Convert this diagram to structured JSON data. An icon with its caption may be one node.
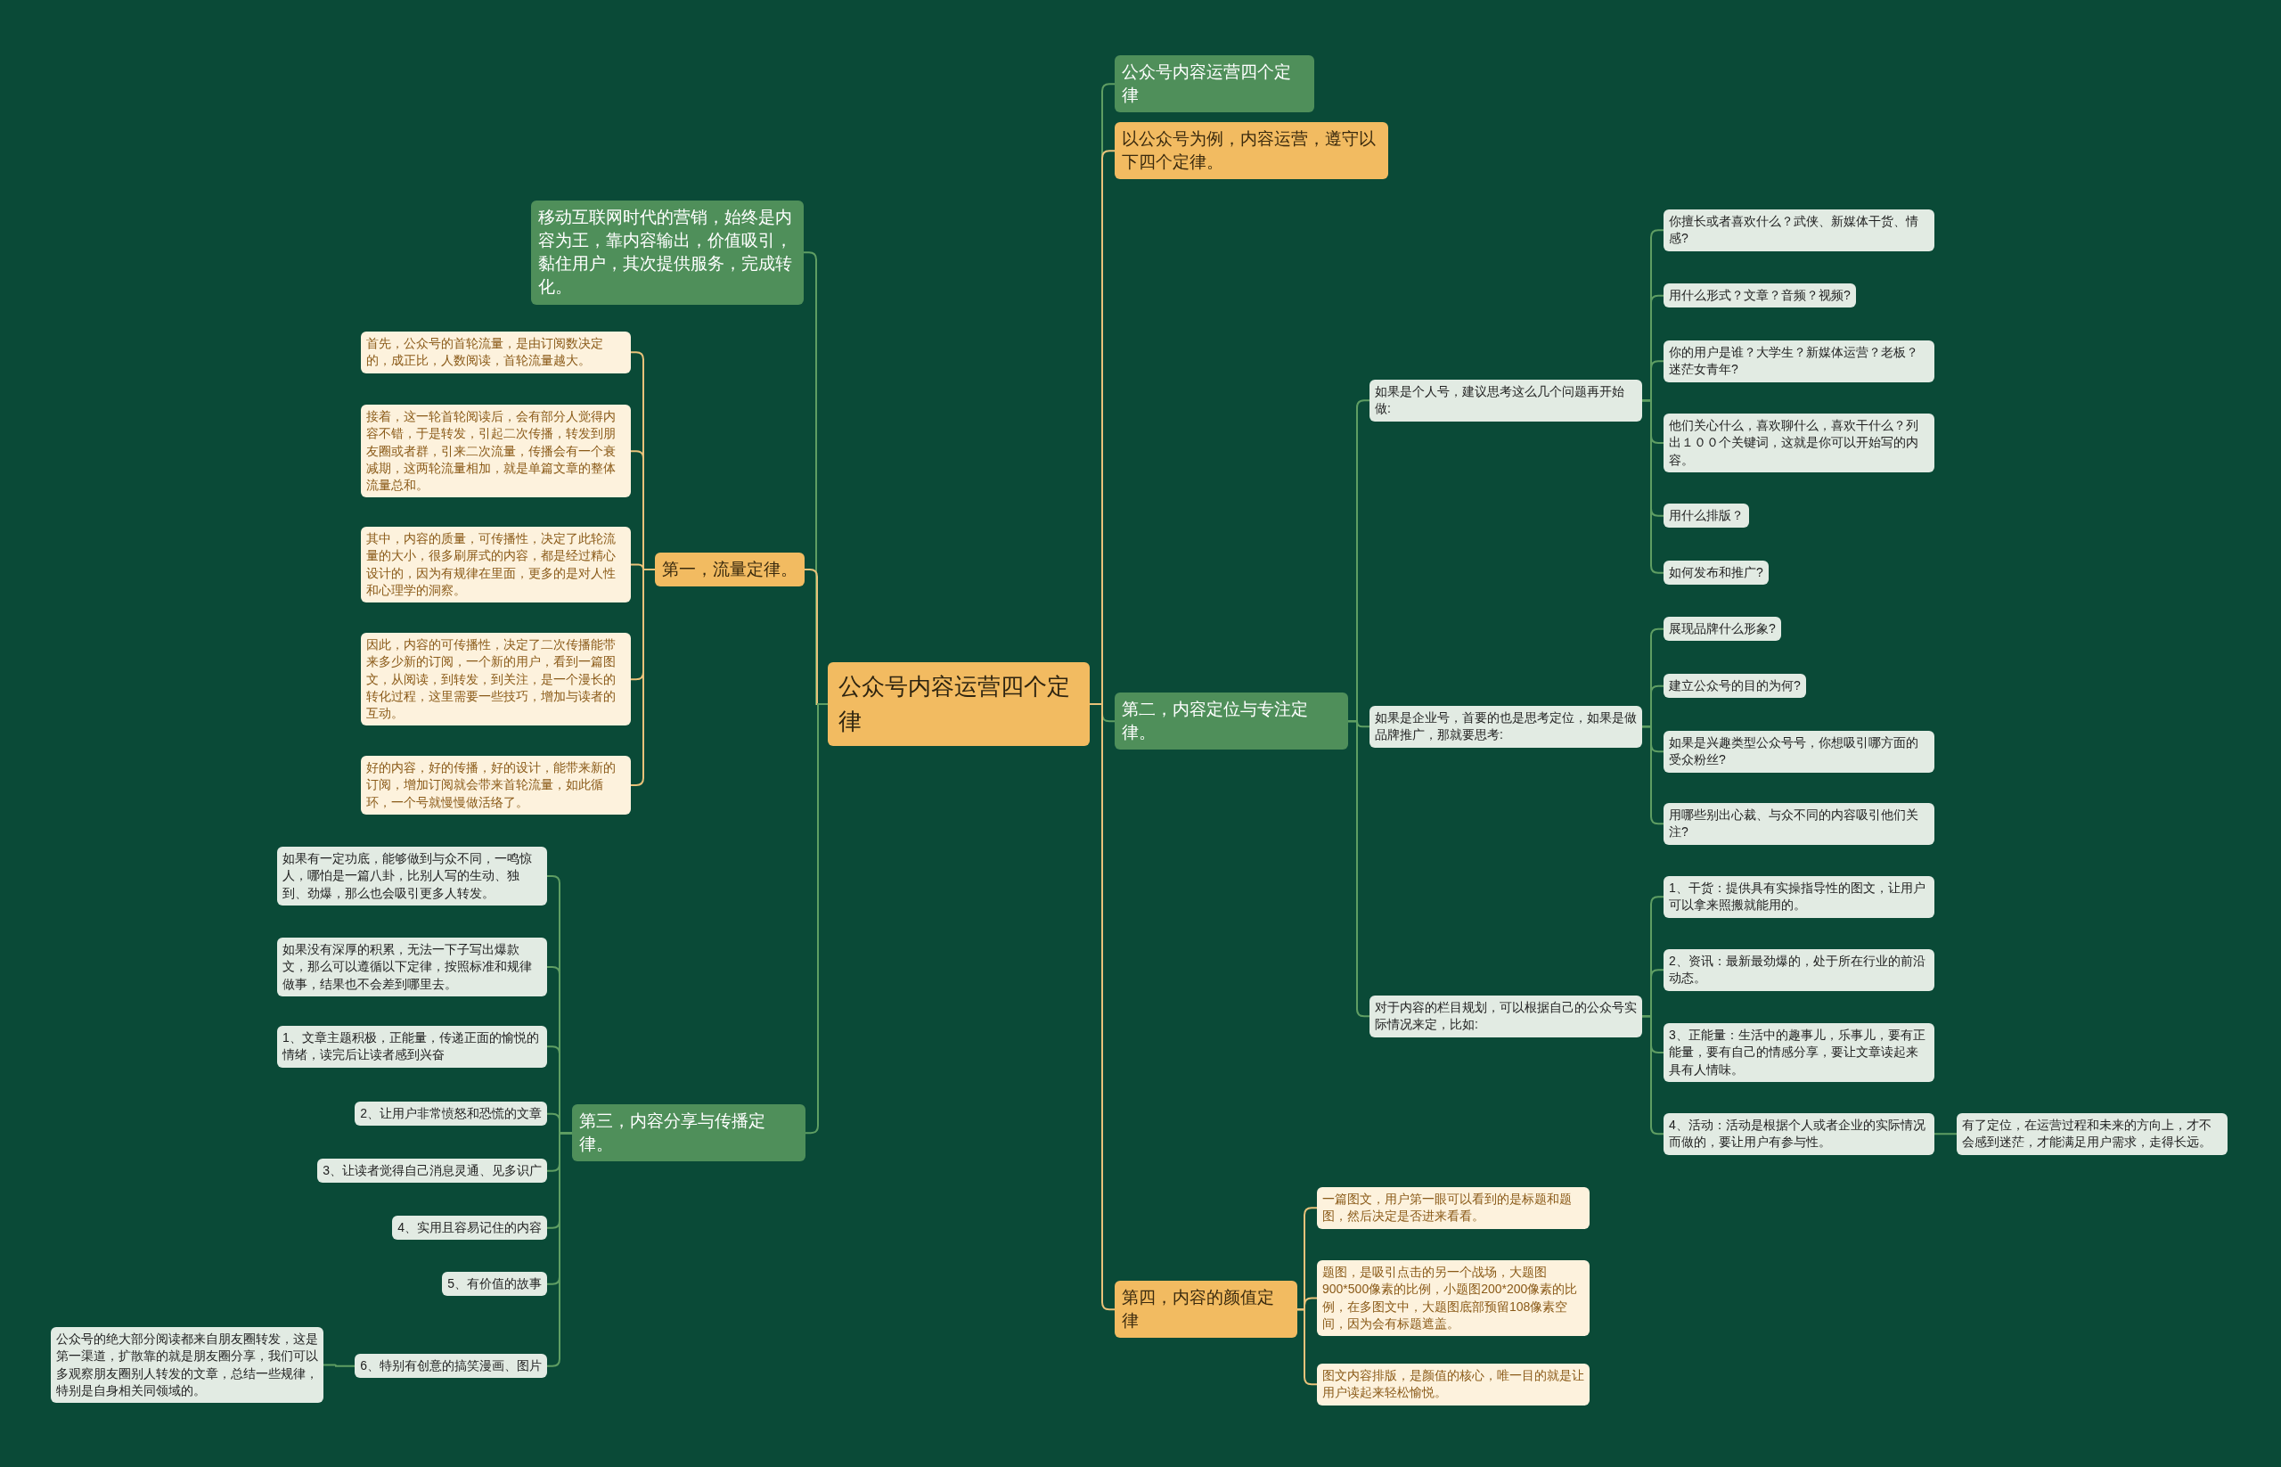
{
  "diagram": {
    "nodes": [
      {
        "text": [
          "公众号内容运营四个定律"
        ]
      },
      {
        "text": [
          "公众号内容运营四个定律"
        ]
      },
      {
        "text": [
          "以公众号为例，内容运营，遵守以下四个定律。"
        ]
      },
      {
        "text": [
          "第二，内容定位与专注定律。"
        ]
      },
      {
        "text": [
          "如果是个人号，建议思考这么几个问题再开始做:"
        ]
      },
      {
        "text": [
          "你擅长或者喜欢什么？武侠、新媒体干货、情感?"
        ]
      },
      {
        "text": [
          "用什么形式？文章？音频？视频?"
        ]
      },
      {
        "text": [
          "你的用户是谁？大学生？新媒体运营？老板？迷茫女青年?"
        ]
      },
      {
        "text": [
          "他们关心什么，喜欢聊什么，喜欢干什么？列出１００个关键词，这就是你可以开始写的内容。"
        ]
      },
      {
        "text": [
          "用什么排版？"
        ]
      },
      {
        "text": [
          "如何发布和推广?"
        ]
      },
      {
        "text": [
          "如果是企业号，首要的也是思考定位，如果是做品牌推广，那就要思考:"
        ]
      },
      {
        "text": [
          "展现品牌什么形象?"
        ]
      },
      {
        "text": [
          "建立公众号的目的为何?"
        ]
      },
      {
        "text": [
          "如果是兴趣类型公众号号，你想吸引哪方面的受众粉丝?"
        ]
      },
      {
        "text": [
          "用哪些别出心裁、与众不同的内容吸引他们关注?"
        ]
      },
      {
        "text": [
          "对于内容的栏目规划，可以根据自己的公众号实际情况来定，比如:"
        ]
      },
      {
        "text": [
          "1、干货：提供具有实操指导性的图文，让用户可以拿来照搬就能用的。"
        ]
      },
      {
        "text": [
          "2、资讯：最新最劲爆的，处于所在行业的前沿动态。"
        ]
      },
      {
        "text": [
          "3、正能量：生活中的趣事儿，乐事儿，要有正能量，要有自己的情感分享，要让文章读起来具有人情味。"
        ]
      },
      {
        "text": [
          "4、活动：活动是根据个人或者企业的实际情况而做的，要让用户有参与性。"
        ]
      },
      {
        "text": [
          "有了定位，在运营过程和未来的方向上，才不会感到迷茫，才能满足用户需求，走得长远。"
        ]
      },
      {
        "text": [
          "第四，内容的颜值定律"
        ]
      },
      {
        "text": [
          "一篇图文，用户第一眼可以看到的是标题和题图，然后决定是否进来看看。"
        ]
      },
      {
        "text": [
          "题图，是吸引点击的另一个战场，大题图900*500像素的比例，小题图200*200像素的比例，在多图文中，大题图底部预留108像素空间，因为会有标题遮盖。"
        ]
      },
      {
        "text": [
          "图文内容排版，是颜值的核心，唯一目的就是让用户读起来轻松愉悦。"
        ]
      },
      {
        "text": [
          "移动互联网时代的营销，始终是内容为王，靠内容输出，价值吸引，黏住用户，其次提供服务，完成转化。"
        ]
      },
      {
        "text": [
          "第一，流量定律。"
        ]
      },
      {
        "text": [
          "首先，公众号的首轮流量，是由订阅数决定的，成正比，人数阅读，首轮流量越大。"
        ]
      },
      {
        "text": [
          "接着，这一轮首轮阅读后，会有部分人觉得内容不错，于是转发，引起二次传播，转发到朋友圈或者群，引来二次流量，传播会有一个衰减期，这两轮流量相加，就是单篇文章的整体流量总和。"
        ]
      },
      {
        "text": [
          "其中，内容的质量，可传播性，决定了此轮流量的大小，很多刷屏式的内容，都是经过精心设计的，因为有规律在里面，更多的是对人性和心理学的洞察。"
        ]
      },
      {
        "text": [
          "因此，内容的可传播性，决定了二次传播能带来多少新的订阅，一个新的用户，看到一篇图文，从阅读，到转发，到关注，是一个漫长的转化过程，这里需要一些技巧，增加与读者的互动。"
        ]
      },
      {
        "text": [
          "好的内容，好的传播，好的设计，能带来新的订阅，增加订阅就会带来首轮流量，如此循环，一个号就慢慢做活络了。"
        ]
      },
      {
        "text": [
          "第三，内容分享与传播定律。"
        ]
      },
      {
        "text": [
          "如果有一定功底，能够做到与众不同，一鸣惊人，哪怕是一篇八卦，比别人写的生动、独到、劲爆，那么也会吸引更多人转发。"
        ]
      },
      {
        "text": [
          "如果没有深厚的积累，无法一下子写出爆款文，那么可以遵循以下定律，按照标准和规律做事，结果也不会差到哪里去。"
        ]
      },
      {
        "text": [
          "1、文章主题积极，正能量，传递正面的愉悦的情绪，读完后让读者感到兴奋"
        ]
      },
      {
        "text": [
          "2、让用户非常愤怒和恐慌的文章"
        ]
      },
      {
        "text": [
          "3、让读者觉得自己消息灵通、见多识广"
        ]
      },
      {
        "text": [
          "4、实用且容易记住的内容"
        ]
      },
      {
        "text": [
          "5、有价值的故事"
        ]
      },
      {
        "text": [
          "6、特别有创意的搞笑漫画、图片"
        ]
      },
      {
        "text": [
          "公众号的绝大部分阅读都来自朋友圈转发，这是第一渠道，扩散靠的就是朋友圈分享，我们可以多观察朋友圈别人转发的文章，总结一些规律，特别是自身相关同领域的。"
        ]
      }
    ],
    "edges": [
      {
        "from": 0,
        "to": 1,
        "arrow": "none"
      },
      {
        "from": 0,
        "to": 2,
        "arrow": "none",
        "color": "#e9c27a"
      },
      {
        "from": 0,
        "to": 3,
        "arrow": "none"
      },
      {
        "from": 0,
        "to": 22,
        "arrow": "none",
        "color": "#e9c27a"
      },
      {
        "from": 0,
        "to": 26,
        "arrow": "none"
      },
      {
        "from": 0,
        "to": 27,
        "arrow": "none",
        "color": "#e9c27a"
      },
      {
        "from": 0,
        "to": 33,
        "arrow": "none"
      },
      {
        "from": 3,
        "to": 4,
        "arrow": "none"
      },
      {
        "from": 3,
        "to": 11,
        "arrow": "none"
      },
      {
        "from": 3,
        "to": 16,
        "arrow": "none"
      },
      {
        "from": 4,
        "to": 5,
        "arrow": "none"
      },
      {
        "from": 4,
        "to": 6,
        "arrow": "none"
      },
      {
        "from": 4,
        "to": 7,
        "arrow": "none"
      },
      {
        "from": 4,
        "to": 8,
        "arrow": "none"
      },
      {
        "from": 4,
        "to": 9,
        "arrow": "none"
      },
      {
        "from": 4,
        "to": 10,
        "arrow": "none"
      },
      {
        "from": 11,
        "to": 12,
        "arrow": "none"
      },
      {
        "from": 11,
        "to": 13,
        "arrow": "none"
      },
      {
        "from": 11,
        "to": 14,
        "arrow": "none"
      },
      {
        "from": 11,
        "to": 15,
        "arrow": "none"
      },
      {
        "from": 16,
        "to": 17,
        "arrow": "none"
      },
      {
        "from": 16,
        "to": 18,
        "arrow": "none"
      },
      {
        "from": 16,
        "to": 19,
        "arrow": "none"
      },
      {
        "from": 16,
        "to": 20,
        "arrow": "none"
      },
      {
        "from": 20,
        "to": 21,
        "arrow": "none"
      },
      {
        "from": 22,
        "to": 23,
        "arrow": "none",
        "color": "#e9c27a"
      },
      {
        "from": 22,
        "to": 24,
        "arrow": "none",
        "color": "#e9c27a"
      },
      {
        "from": 22,
        "to": 25,
        "arrow": "none",
        "color": "#e9c27a"
      },
      {
        "from": 27,
        "to": 28,
        "arrow": "none",
        "color": "#e9c27a"
      },
      {
        "from": 27,
        "to": 29,
        "arrow": "none",
        "color": "#e9c27a"
      },
      {
        "from": 27,
        "to": 30,
        "arrow": "none",
        "color": "#e9c27a"
      },
      {
        "from": 27,
        "to": 31,
        "arrow": "none",
        "color": "#e9c27a"
      },
      {
        "from": 27,
        "to": 32,
        "arrow": "none",
        "color": "#e9c27a"
      },
      {
        "from": 33,
        "to": 34,
        "arrow": "none"
      },
      {
        "from": 33,
        "to": 35,
        "arrow": "none"
      },
      {
        "from": 33,
        "to": 36,
        "arrow": "none"
      },
      {
        "from": 33,
        "to": 37,
        "arrow": "none"
      },
      {
        "from": 33,
        "to": 38,
        "arrow": "none"
      },
      {
        "from": 33,
        "to": 39,
        "arrow": "none"
      },
      {
        "from": 33,
        "to": 40,
        "arrow": "none"
      },
      {
        "from": 33,
        "to": 41,
        "arrow": "none"
      },
      {
        "from": 41,
        "to": 42,
        "arrow": "none"
      }
    ]
  }
}
